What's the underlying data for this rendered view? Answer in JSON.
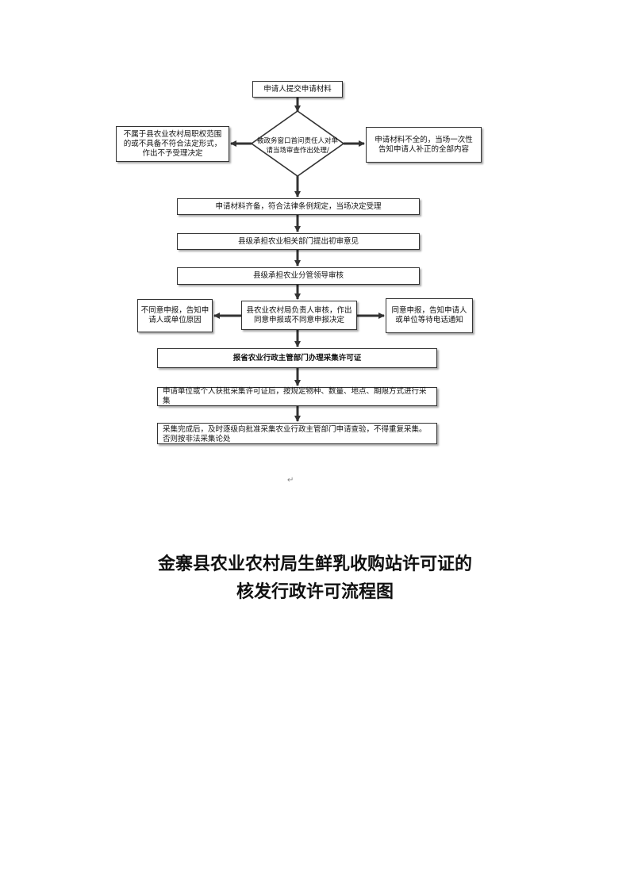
{
  "flowchart": {
    "submit": "申请人提交申请材料",
    "decision": [
      "被政务窗口首问责任人对单",
      "请当场审查作出处理/"
    ],
    "reject_box": [
      "不属于县农业农村局职权范围",
      "的或不具备不符合法定形式，",
      "作出不予受理决定"
    ],
    "incomplete_box": [
      "申请材料不全的，当场一次性",
      "告知申请人补正的全部内容"
    ],
    "accept": "申请材料齐备，符合法律条例规定，当场决定受理",
    "preliminary": "县级承担农业相关部门提出初审意见",
    "leader_review": "县级承担农业分管领导审核",
    "bureau_review": [
      "县农业农村局负责人审核，作出",
      "同意申报或不同意申报决定"
    ],
    "disagree_box": [
      "不同意申报，告知申",
      "请人或单位原因"
    ],
    "agree_box": [
      "同意申报，告知申请人",
      "或单位等待电话通知"
    ],
    "province": "报省农业行政主管部门办理采集许可证",
    "collect": "申请单位或个人获批采集许可证后，按规定物种、数量、地点、期限方式进行采集",
    "complete": "采集完成后，及时逐级向批准采集农业行政主管部门申请查验，不得重复采集。否则按非法采集论处"
  },
  "pilcrow": "↵",
  "title": {
    "line1": "金寨县农业农村局生鲜乳收购站许可证的",
    "line2": "核发行政许可流程图"
  }
}
